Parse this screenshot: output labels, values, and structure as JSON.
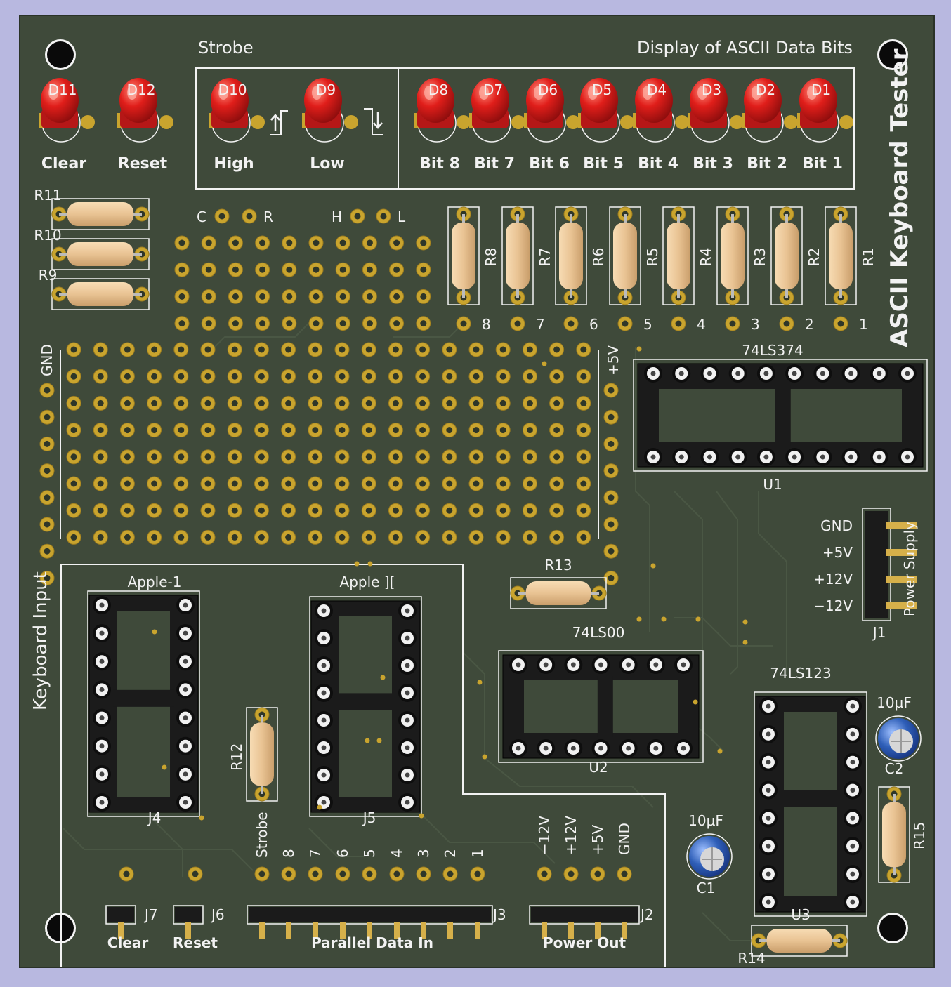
{
  "board": {
    "title": "ASCII Keyboard Tester",
    "colors": {
      "background": "#b8b8e0",
      "board": "#3f4a3a",
      "silk": "#f2f2f2",
      "pad": "#c9a42e",
      "led": "#d81b1b",
      "resistor": "#e9c393",
      "socket": "#1b1b1b",
      "capacitor": "#2f5fb8"
    }
  },
  "sections": {
    "strobe": "Strobe",
    "display": "Display of ASCII Data Bits",
    "keyboard_input": "Keyboard Input",
    "power_supply": "Power Supply"
  },
  "leds": [
    {
      "ref": "D11",
      "label": "Clear"
    },
    {
      "ref": "D12",
      "label": "Reset"
    },
    {
      "ref": "D10",
      "label": "High"
    },
    {
      "ref": "D9",
      "label": "Low"
    },
    {
      "ref": "D8",
      "label": "Bit 8"
    },
    {
      "ref": "D7",
      "label": "Bit 7"
    },
    {
      "ref": "D6",
      "label": "Bit 6"
    },
    {
      "ref": "D5",
      "label": "Bit 5"
    },
    {
      "ref": "D4",
      "label": "Bit 4"
    },
    {
      "ref": "D3",
      "label": "Bit 3"
    },
    {
      "ref": "D2",
      "label": "Bit 2"
    },
    {
      "ref": "D1",
      "label": "Bit 1"
    }
  ],
  "resistors": {
    "horizontal": [
      "R11",
      "R10",
      "R9"
    ],
    "vertical": [
      "R8",
      "R7",
      "R6",
      "R5",
      "R4",
      "R3",
      "R2",
      "R1"
    ],
    "bit_pads": [
      "8",
      "7",
      "6",
      "5",
      "4",
      "3",
      "2",
      "1"
    ],
    "r13": "R13",
    "r12": "R12",
    "r14": "R14",
    "r15": "R15"
  },
  "test_points": {
    "c": "C",
    "r": "R",
    "h": "H",
    "l": "L"
  },
  "rails": {
    "gnd": "GND",
    "plus5": "+5V"
  },
  "ics": {
    "u1": {
      "part": "74LS374",
      "ref": "U1"
    },
    "u2": {
      "part": "74LS00",
      "ref": "U2"
    },
    "u3": {
      "part": "74LS123",
      "ref": "U3"
    }
  },
  "sockets": {
    "j4": {
      "title": "Apple-1",
      "ref": "J4"
    },
    "j5": {
      "title": "Apple ][",
      "ref": "J5"
    }
  },
  "power_connector": {
    "ref": "J1",
    "pins": [
      "GND",
      "+5V",
      "+12V",
      "−12V"
    ]
  },
  "capacitors": [
    {
      "ref": "C1",
      "value": "10µF"
    },
    {
      "ref": "C2",
      "value": "10µF"
    }
  ],
  "headers": {
    "j7": {
      "ref": "J7",
      "label": "Clear"
    },
    "j6": {
      "ref": "J6",
      "label": "Reset"
    },
    "j3": {
      "ref": "J3",
      "label": "Parallel Data In"
    },
    "j2": {
      "ref": "J2",
      "label": "Power Out"
    }
  },
  "parallel_pins": [
    "Strobe",
    "8",
    "7",
    "6",
    "5",
    "4",
    "3",
    "2",
    "1"
  ],
  "power_pins": [
    "−12V",
    "+12V",
    "+5V",
    "GND"
  ]
}
